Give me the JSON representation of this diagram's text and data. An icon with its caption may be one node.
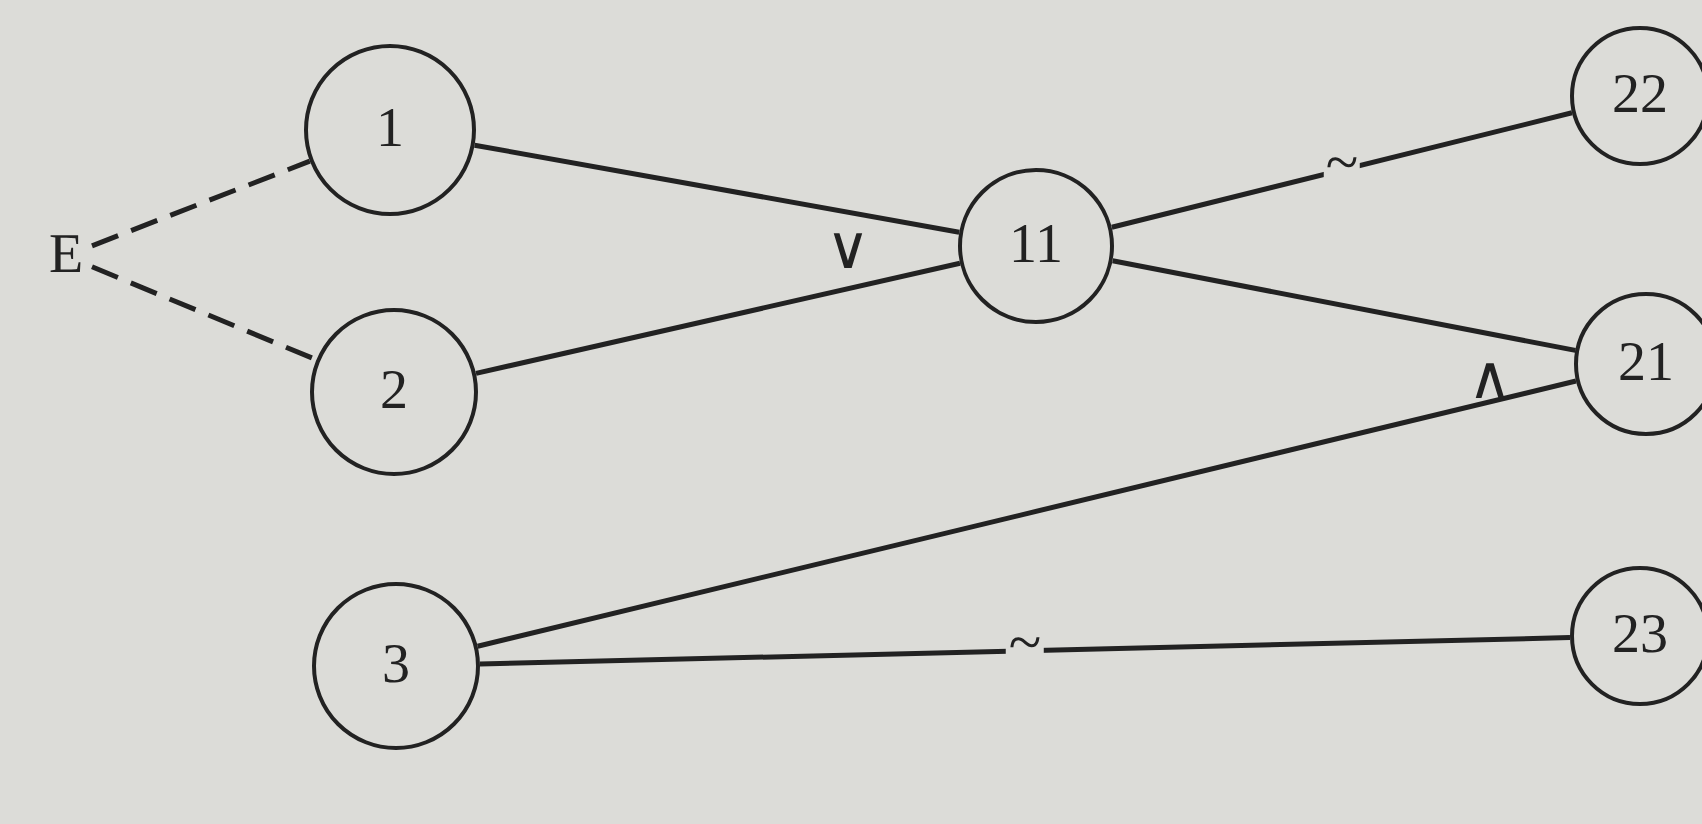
{
  "diagram": {
    "nodes": [
      {
        "text": [
          "E"
        ]
      },
      {
        "text": [
          "1"
        ]
      },
      {
        "text": [
          "2"
        ]
      },
      {
        "text": [
          "11"
        ]
      },
      {
        "text": [
          "22"
        ]
      },
      {
        "text": [
          "21"
        ]
      },
      {
        "text": [
          "3"
        ]
      },
      {
        "text": [
          "23"
        ]
      }
    ],
    "edges": [
      {
        "from": 0,
        "to": 1,
        "arrow": "none",
        "style": "dashed"
      },
      {
        "from": 0,
        "to": 2,
        "arrow": "none",
        "style": "dashed"
      },
      {
        "from": 1,
        "to": 3,
        "arrow": "none"
      },
      {
        "from": 2,
        "to": 3,
        "arrow": "none"
      },
      {
        "from": 3,
        "to": 4,
        "arrow": "none",
        "label": "~"
      },
      {
        "from": 3,
        "to": 5,
        "arrow": "none"
      },
      {
        "from": 6,
        "to": 5,
        "arrow": "none"
      },
      {
        "from": 6,
        "to": 7,
        "arrow": "none",
        "label": "~"
      }
    ],
    "labels": [
      "∨",
      "∧"
    ]
  }
}
